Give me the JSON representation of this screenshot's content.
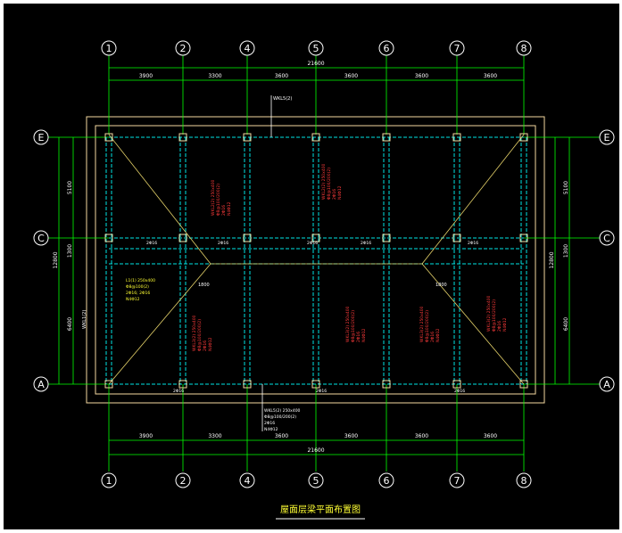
{
  "title": "屋面层梁平面布置图",
  "axes": {
    "vertical": [
      {
        "id": "1"
      },
      {
        "id": "2"
      },
      {
        "id": "4"
      },
      {
        "id": "5"
      },
      {
        "id": "6"
      },
      {
        "id": "7"
      },
      {
        "id": "8"
      }
    ],
    "horizontal": [
      {
        "id": "E"
      },
      {
        "id": "C"
      },
      {
        "id": "A"
      }
    ]
  },
  "dimensions": {
    "top_total": "21600",
    "bottom_total": "21600",
    "top_spans": [
      "3900",
      "3300",
      "3600",
      "3600",
      "3600",
      "3600"
    ],
    "bottom_spans": [
      "3900",
      "3300",
      "3600",
      "3600",
      "3600",
      "3600"
    ],
    "left_spans": [
      "5100",
      "1300",
      "6400"
    ],
    "left_total": "12800",
    "right_spans": [
      "5100",
      "1300",
      "6400"
    ],
    "right_total": "12800"
  },
  "annotations": {
    "top_callout": "WKL5(2)",
    "bottom_callout": [
      "WKL5(2) 250x400",
      "Φ8@100/200(2)",
      "2Φ16",
      "N4Φ12"
    ],
    "left_callout": "WKL1(2)",
    "mid_row_labels": [
      "2Φ16",
      "2Φ16",
      "2Φ16",
      "2Φ16",
      "2Φ16"
    ],
    "bottom_row_labels": [
      "2Φ16",
      "2Φ16",
      "2Φ16"
    ],
    "slope_left": "1800",
    "slope_right": "1800",
    "beam_text_upper": [
      "WKL2(2) 250x400",
      "Φ8@100/200(2)",
      "2Φ16",
      "N4Φ12"
    ],
    "beam_text_lower": [
      "WKL3(2) 250x400",
      "Φ8@100/200(2)",
      "2Φ16",
      "N4Φ12"
    ],
    "beam_text_left": [
      "L1(1) 250x400",
      "Φ8@100(2)",
      "2Φ16; 2Φ16",
      "N4Φ12"
    ]
  },
  "colors": {
    "background": "#000000",
    "axis": "#00ff00",
    "beam": "#00e5e5",
    "text_red": "#ff3b3b",
    "text_yellow": "#ffff33",
    "outline": "#f5d9a0",
    "white": "#ffffff"
  }
}
